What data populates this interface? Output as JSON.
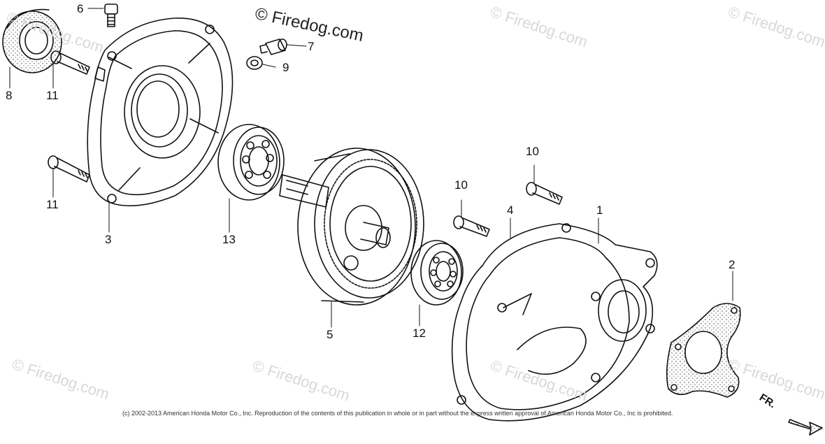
{
  "watermarks": {
    "main": "© Firedog.com",
    "faint": "© Firedog.com"
  },
  "copyright": "(c) 2002-2013 American Honda Motor Co., Inc. Reproduction of the contents of this publication in whole or in part without the express written approval of American Honda Motor Co., Inc is prohibited.",
  "direction_label": "FR.",
  "parts": [
    {
      "id": "1",
      "label": "1"
    },
    {
      "id": "2",
      "label": "2"
    },
    {
      "id": "3",
      "label": "3"
    },
    {
      "id": "4",
      "label": "4"
    },
    {
      "id": "5",
      "label": "5"
    },
    {
      "id": "6",
      "label": "6"
    },
    {
      "id": "7",
      "label": "7"
    },
    {
      "id": "8",
      "label": "8"
    },
    {
      "id": "9",
      "label": "9"
    },
    {
      "id": "10a",
      "label": "10"
    },
    {
      "id": "10b",
      "label": "10"
    },
    {
      "id": "11a",
      "label": "11"
    },
    {
      "id": "11b",
      "label": "11"
    },
    {
      "id": "12",
      "label": "12"
    },
    {
      "id": "13",
      "label": "13"
    }
  ],
  "colors": {
    "line": "#111111",
    "watermark": "#d8d8d8",
    "background": "#ffffff"
  }
}
